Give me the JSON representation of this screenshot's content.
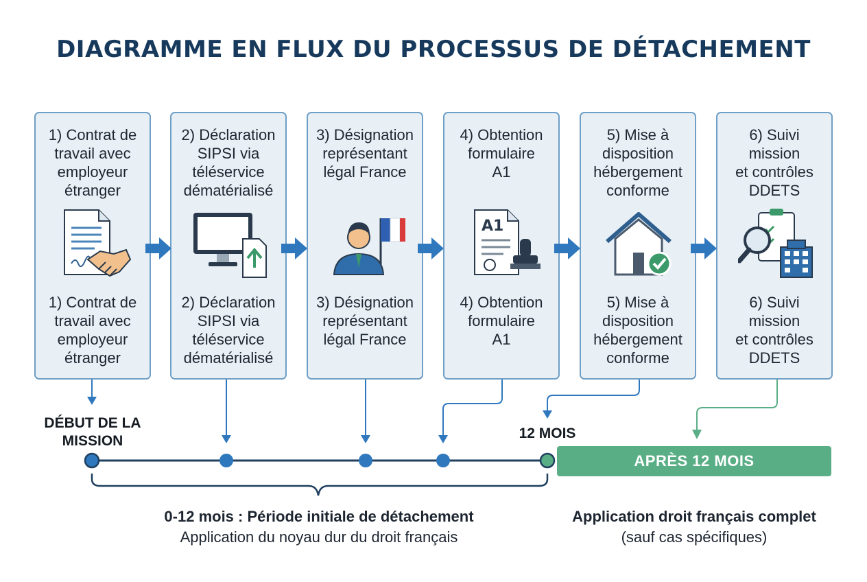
{
  "title": "DIAGRAMME EN FLUX DU PROCESSUS DE DÉTACHEMENT",
  "steps": [
    {
      "label": "1) Contrat de\ntravail avec\nemployeur\nétranger",
      "icon": "contract-handshake-icon"
    },
    {
      "label": "2) Déclaration\nSIPSI via\ntéléservice\ndématérialisé",
      "icon": "computer-upload-icon"
    },
    {
      "label": "3) Désignation\nreprésentant\nlégal France",
      "icon": "representative-flag-icon"
    },
    {
      "label": "4) Obtention\nformulaire\nA1",
      "icon": "a1-form-stamp-icon",
      "icon_text": "A1"
    },
    {
      "label": "5) Mise à\ndisposition\nhébergement\nconforme",
      "icon": "house-check-icon"
    },
    {
      "label": "6) Suivi\nmission\net contrôles\nDDETS",
      "icon": "inspection-building-icon"
    }
  ],
  "timeline": {
    "start_label": "DÉBUT DE LA\nMISSION",
    "month12_label": "12 MOIS",
    "after_label": "APRÈS 12 MOIS",
    "initial_period": {
      "title": "0-12 mois : Période initiale de détachement",
      "subtitle": "Application du noyau dur du droit français"
    },
    "after_period": {
      "title": "Application droit français complet",
      "subtitle": "(sauf cas spécifiques)"
    }
  },
  "colors": {
    "title": "#16395c",
    "box_fill": "#e8f0f6",
    "box_border": "#6f9fc6",
    "arrow_blue": "#2f78be",
    "timeline_dark": "#1f3f5f",
    "green": "#5aae86"
  }
}
